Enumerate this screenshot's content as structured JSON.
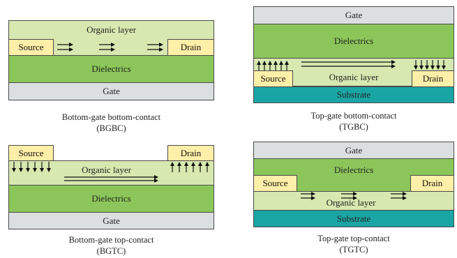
{
  "labels": {
    "gate": "Gate",
    "dielectrics": "Dielectrics",
    "organic": "Organic layer",
    "source": "Source",
    "drain": "Drain",
    "substrate": "Substrate"
  },
  "panels": {
    "bgbc": {
      "caption_line1": "Bottom-gate bottom-contact",
      "caption_line2": "(BGBC)"
    },
    "tgbc": {
      "caption_line1": "Top-gate bottom-contact",
      "caption_line2": "(TGBC)"
    },
    "bgtc": {
      "caption_line1": "Bottom-gate top-contact",
      "caption_line2": "(BGTC)"
    },
    "tgtc": {
      "caption_line1": "Top-gate top-contact",
      "caption_line2": "(TGTC)"
    }
  },
  "colors": {
    "gate": "#dcdfe0",
    "dielectrics": "#8cc65a",
    "organic": "#d7e8b0",
    "electrode": "#ffefa8",
    "substrate": "#1aa5a5"
  }
}
